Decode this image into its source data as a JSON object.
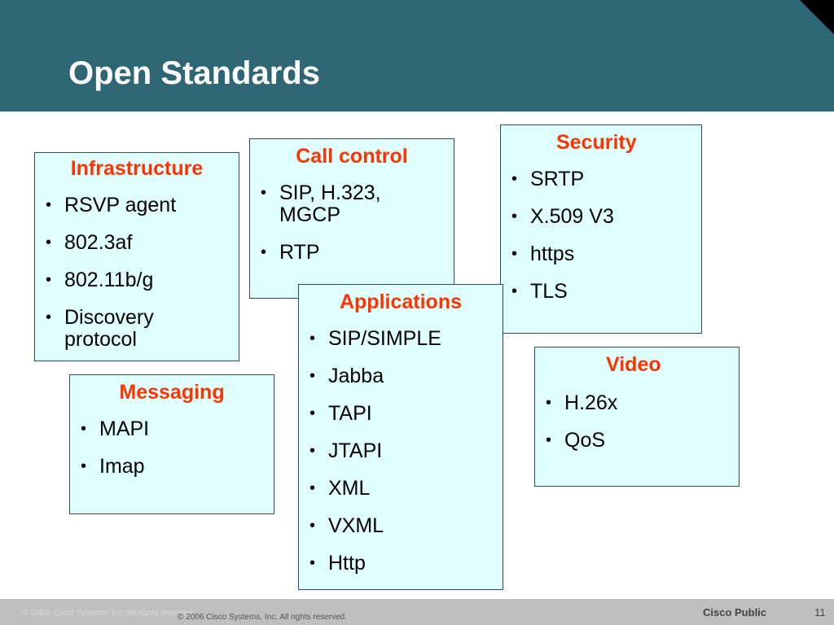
{
  "slide": {
    "title": "Open Standards"
  },
  "boxes": {
    "infrastructure": {
      "title": "Infrastructure",
      "items": [
        "RSVP agent",
        "802.3af",
        "802.11b/g",
        "Discovery protocol"
      ]
    },
    "call_control": {
      "title": "Call control",
      "items": [
        "SIP, H.323, MGCP",
        "RTP"
      ]
    },
    "security": {
      "title": "Security",
      "items": [
        "SRTP",
        "X.509 V3",
        "https",
        "TLS"
      ]
    },
    "applications": {
      "title": "Applications",
      "items": [
        "SIP/SIMPLE",
        "Jabba",
        "TAPI",
        "JTAPI",
        "XML",
        "VXML",
        "Http"
      ]
    },
    "video": {
      "title": "Video",
      "items": [
        "H.26x",
        "QoS"
      ]
    },
    "messaging": {
      "title": "Messaging",
      "items": [
        "MAPI",
        "Imap"
      ]
    }
  },
  "footer": {
    "ghost_copyright": "© 2003, Cisco Systems, Inc. All rights reserved.",
    "copyright": "© 2006 Cisco Systems, Inc. All rights reserved.",
    "classification": "Cisco Public",
    "page_number": "11"
  },
  "colors": {
    "header_bg": "#2f6673",
    "box_bg": "#e0ffff",
    "box_title": "#ff3300",
    "footer_bg": "#bfbfbf"
  }
}
